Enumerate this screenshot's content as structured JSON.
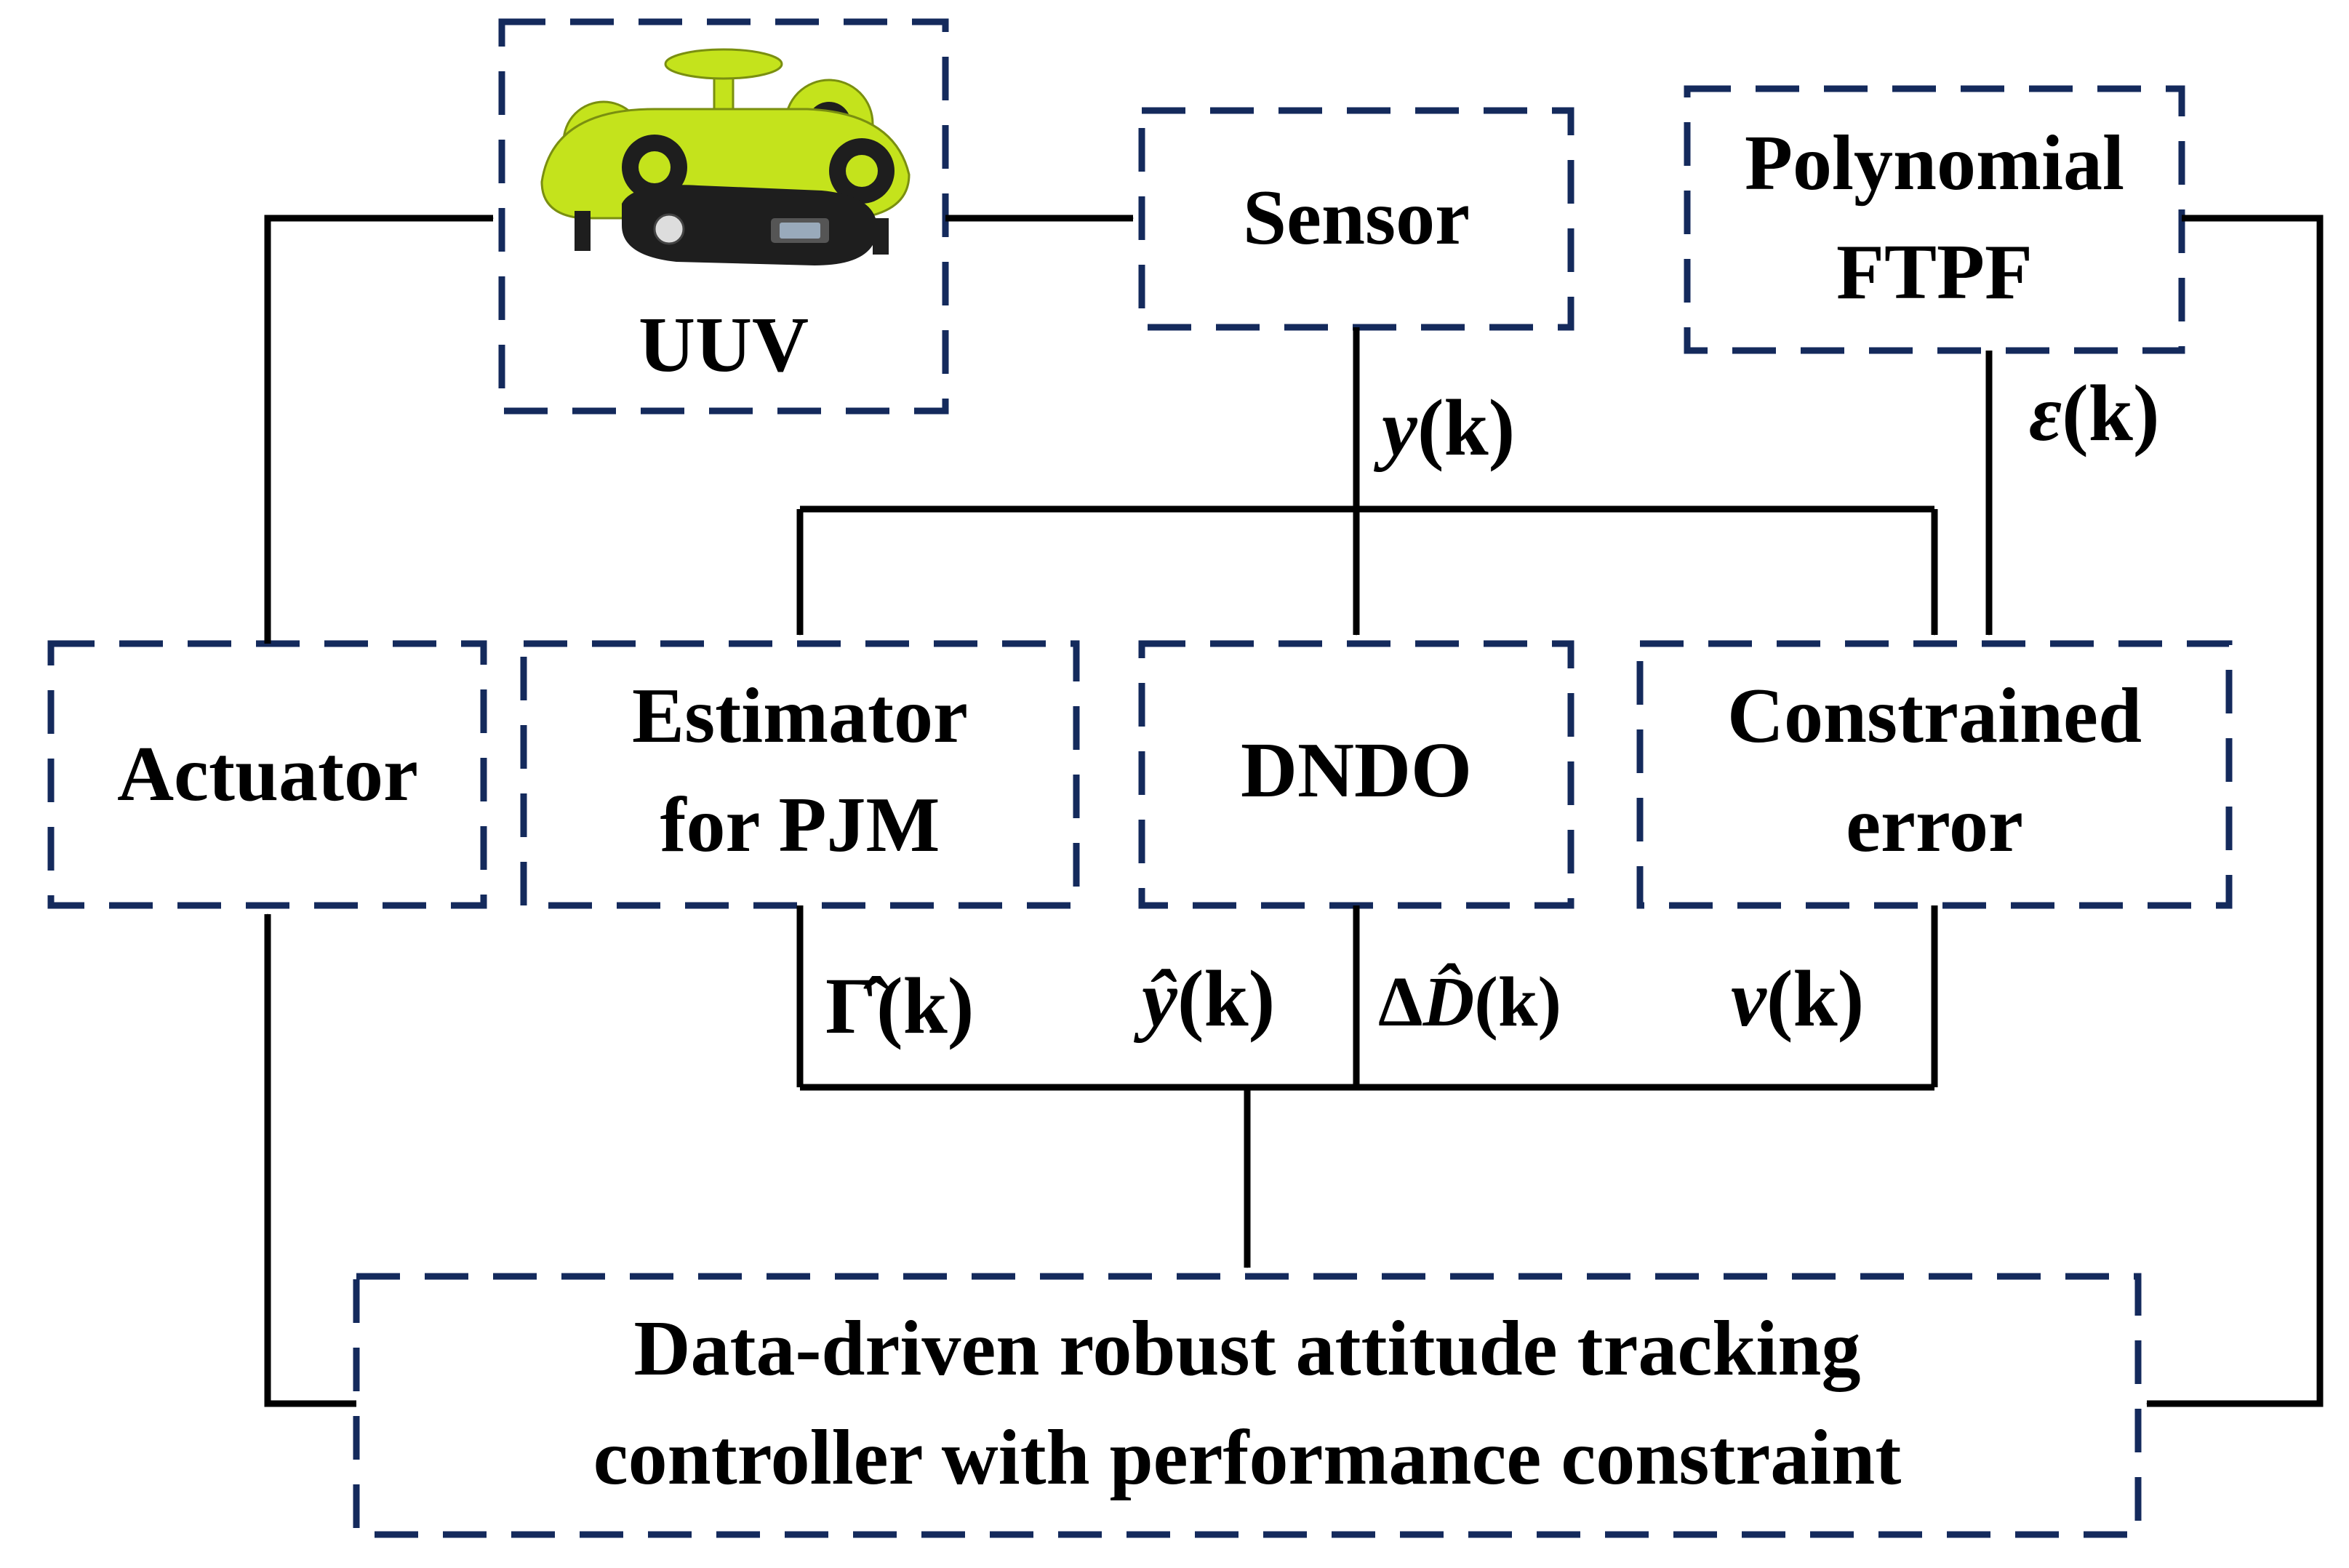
{
  "blocks": {
    "uuv": {
      "label": "UUV"
    },
    "sensor": {
      "label": "Sensor"
    },
    "ftpf": {
      "line1": "Polynomial",
      "line2": "FTPF"
    },
    "actuator": {
      "label": "Actuator"
    },
    "estimator": {
      "line1": "Estimator",
      "line2": "for PJM"
    },
    "dndo": {
      "label": "DNDO"
    },
    "constrained": {
      "line1": "Constrained",
      "line2": "error"
    },
    "controller": {
      "line1": "Data-driven robust attitude tracking",
      "line2": "controller with performance constraint"
    }
  },
  "signals": {
    "y": {
      "sym": "y",
      "arg": "(k)"
    },
    "eps": {
      "sym": "ε",
      "arg": "(k)"
    },
    "gamma_hat": {
      "sym": "Γ̂",
      "arg": "(k)"
    },
    "y_hat": {
      "sym": "ŷ",
      "arg": "(k)"
    },
    "delta_d_hat": {
      "delta": "Δ",
      "sym": "D̂",
      "arg": "(k)"
    },
    "nu": {
      "sym": "ν",
      "arg": "(k)"
    }
  },
  "colors": {
    "block_border": "#142a5c",
    "wire": "#000000",
    "uuv_body": "#c4e31c",
    "uuv_dark": "#1e1e1e"
  }
}
